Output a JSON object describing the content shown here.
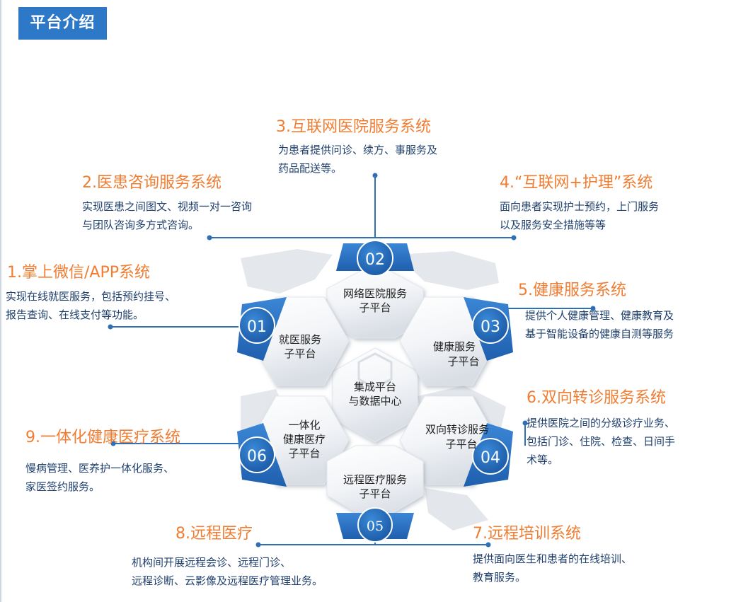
{
  "header": {
    "title": "平台介绍"
  },
  "center": {
    "line1": "集成平台",
    "line2": "与数据中心"
  },
  "hexes": [
    {
      "num": "01",
      "line1": "就医服务",
      "line2": "子平台"
    },
    {
      "num": "02",
      "line1": "网络医院服务",
      "line2": "子平台"
    },
    {
      "num": "03",
      "line1": "健康服务",
      "line2": "子平台"
    },
    {
      "num": "04",
      "line1": "双向转诊服务",
      "line2": "子平台"
    },
    {
      "num": "05",
      "line1": "远程医疗服务",
      "line2": "子平台"
    },
    {
      "num": "06",
      "line1": "一体化",
      "line2": "健康医疗",
      "line3": "子平台"
    }
  ],
  "systems": [
    {
      "title": "1.掌上微信/APP系统",
      "desc": [
        "实现在线就医服务，包括预约挂号、",
        "报告查询、在线支付等功能。"
      ]
    },
    {
      "title": "2.医患咨询服务系统",
      "desc": [
        "实现医患之间图文、视频一对一咨询",
        "与团队咨询多方式咨询。"
      ]
    },
    {
      "title": "3.互联网医院服务系统",
      "desc": [
        "为患者提供问诊、续方、事服务及",
        "药品配送等。"
      ]
    },
    {
      "title": "4.“互联网+护理”系统",
      "desc": [
        "面向患者实现护士预约，上门服务",
        "以及服务安全措施等等"
      ]
    },
    {
      "title": "5.健康服务系统",
      "desc": [
        "提供个人健康管理、健康教育及",
        "基于智能设备的健康自测等服务"
      ]
    },
    {
      "title": "6.双向转诊服务系统",
      "desc": [
        "提供医院之间的分级诊疗业务、",
        "包括门诊、住院、检查、日间手",
        "术等。"
      ]
    },
    {
      "title": "7.远程培训系统",
      "desc": [
        "提供面向医生和患者的在线培训、",
        "教育服务。"
      ]
    },
    {
      "title": "8.远程医疗",
      "desc": [
        "机构间开展远程会诊、远程门诊、",
        "远程诊断、云影像及远程医疗管理业务。"
      ]
    },
    {
      "title": "9.一体化健康医疗系统",
      "desc": [
        "慢病管理、医养护一体化服务、",
        "家医签约服务。"
      ]
    }
  ],
  "colors": {
    "accent": "#2e78c8",
    "orange": "#f07d32",
    "navy": "#1f3f6d",
    "line": "#2e6fb5"
  }
}
